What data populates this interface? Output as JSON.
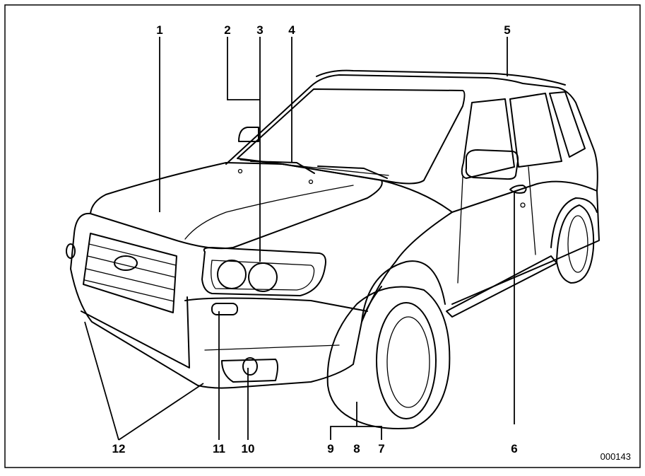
{
  "callouts": {
    "n1": "1",
    "n2": "2",
    "n3": "3",
    "n4": "4",
    "n5": "5",
    "n6": "6",
    "n7": "7",
    "n8": "8",
    "n9": "9",
    "n10": "10",
    "n11": "11",
    "n12": "12"
  },
  "figure_id": "000143"
}
